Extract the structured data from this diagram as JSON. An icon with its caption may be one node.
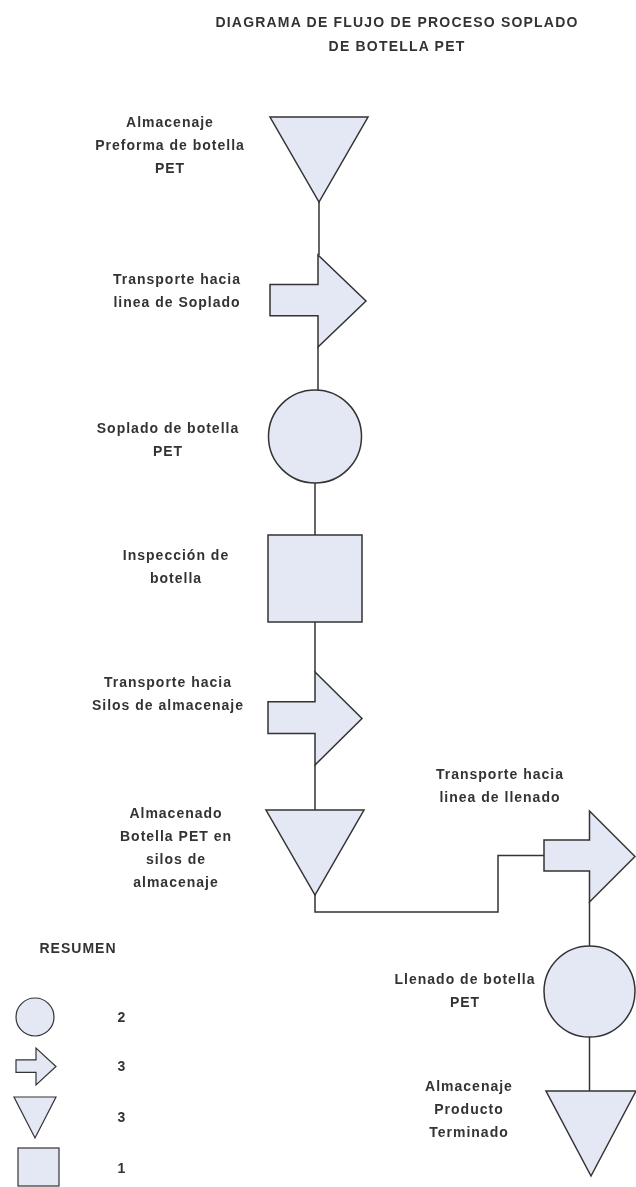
{
  "diagram": {
    "title": "DIAGRAMA DE FLUJO DE PROCESO SOPLADO DE BOTELLA PET",
    "nodes": [
      {
        "text": [
          "Almacenaje Preforma de botella PET"
        ]
      },
      {
        "text": [
          "Transporte hacia linea de Soplado"
        ]
      },
      {
        "text": [
          "Soplado de botella PET"
        ]
      },
      {
        "text": [
          "Inspección de botella"
        ]
      },
      {
        "text": [
          "Transporte hacia Silos de almacenaje"
        ]
      },
      {
        "text": [
          "Almacenado Botella PET en silos de almacenaje"
        ]
      },
      {
        "text": [
          "Transporte hacia linea de llenado"
        ]
      },
      {
        "text": [
          "Llenado de botella PET"
        ]
      },
      {
        "text": [
          "Almacenaje Producto Terminado"
        ]
      }
    ],
    "edges": [
      {
        "from": 0,
        "to": 1,
        "arrow": "none"
      },
      {
        "from": 1,
        "to": 2,
        "arrow": "none"
      },
      {
        "from": 2,
        "to": 3,
        "arrow": "none"
      },
      {
        "from": 3,
        "to": 4,
        "arrow": "none"
      },
      {
        "from": 4,
        "to": 5,
        "arrow": "none"
      },
      {
        "from": 5,
        "to": 6,
        "arrow": "none"
      },
      {
        "from": 6,
        "to": 7,
        "arrow": "none"
      },
      {
        "from": 7,
        "to": 8,
        "arrow": "none"
      }
    ],
    "labels": [
      "RESUMEN"
    ],
    "legend": [
      {
        "text": "2"
      },
      {
        "text": "3"
      },
      {
        "text": "3"
      },
      {
        "text": "1"
      }
    ]
  }
}
